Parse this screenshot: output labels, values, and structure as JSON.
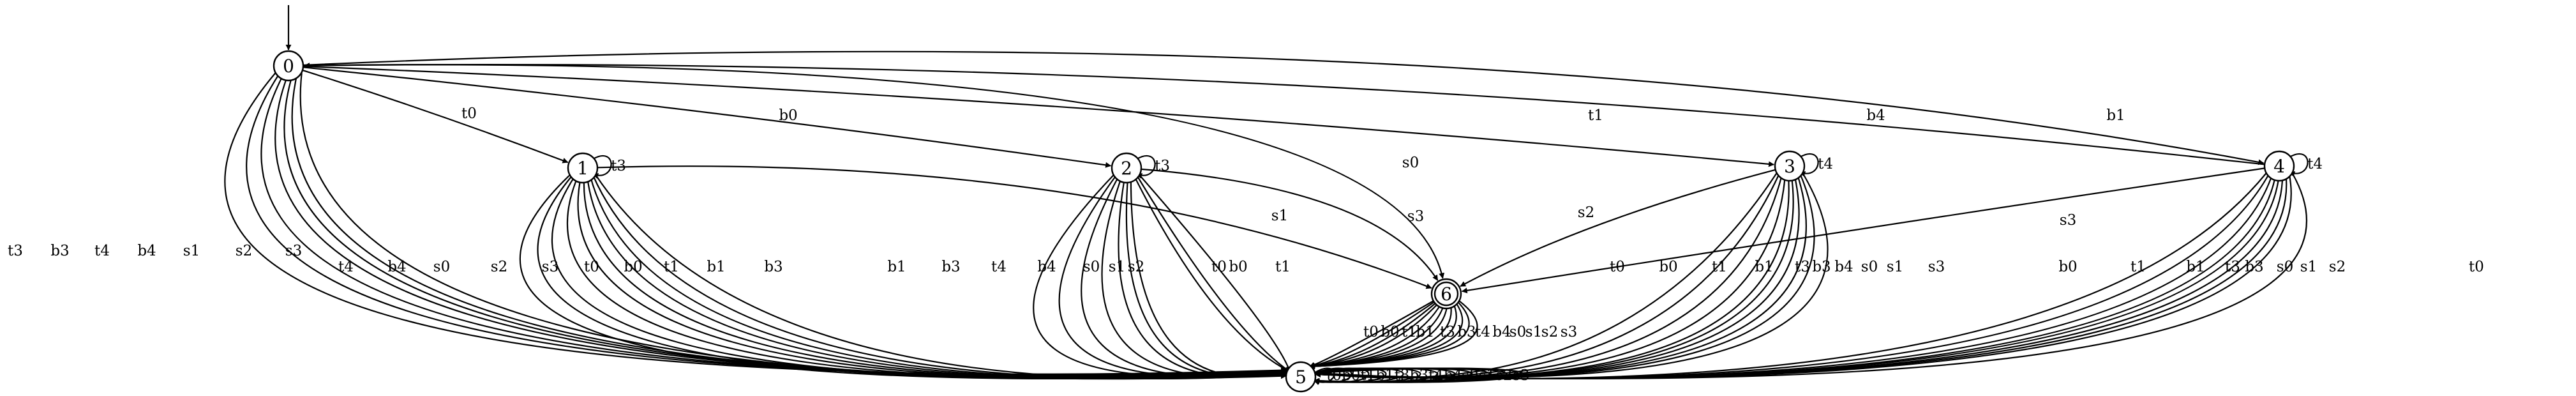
{
  "graph": {
    "initial_state": "0",
    "nodes": [
      {
        "id": "0",
        "label": "0",
        "accepting": false
      },
      {
        "id": "1",
        "label": "1",
        "accepting": false
      },
      {
        "id": "2",
        "label": "2",
        "accepting": false
      },
      {
        "id": "3",
        "label": "3",
        "accepting": false
      },
      {
        "id": "4",
        "label": "4",
        "accepting": false
      },
      {
        "id": "5",
        "label": "5",
        "accepting": false
      },
      {
        "id": "6",
        "label": "6",
        "accepting": true
      }
    ],
    "edges": [
      {
        "from": "0",
        "to": "1",
        "label": "t0"
      },
      {
        "from": "0",
        "to": "2",
        "label": "b0"
      },
      {
        "from": "0",
        "to": "3",
        "label": "t1"
      },
      {
        "from": "0",
        "to": "4",
        "label": "b1"
      },
      {
        "from": "0",
        "to": "6",
        "label": "s0"
      },
      {
        "from": "4",
        "to": "0",
        "label": "b4"
      },
      {
        "from": "0",
        "to": "5",
        "label": "t3"
      },
      {
        "from": "0",
        "to": "5",
        "label": "b3"
      },
      {
        "from": "0",
        "to": "5",
        "label": "t4"
      },
      {
        "from": "0",
        "to": "5",
        "label": "b4"
      },
      {
        "from": "0",
        "to": "5",
        "label": "s1"
      },
      {
        "from": "0",
        "to": "5",
        "label": "s2"
      },
      {
        "from": "0",
        "to": "5",
        "label": "s3"
      },
      {
        "from": "1",
        "to": "1",
        "label": "t3"
      },
      {
        "from": "1",
        "to": "6",
        "label": "s1"
      },
      {
        "from": "1",
        "to": "5",
        "label": "t4"
      },
      {
        "from": "1",
        "to": "5",
        "label": "b4"
      },
      {
        "from": "1",
        "to": "5",
        "label": "s0"
      },
      {
        "from": "1",
        "to": "5",
        "label": "s2"
      },
      {
        "from": "1",
        "to": "5",
        "label": "s3"
      },
      {
        "from": "1",
        "to": "5",
        "label": "t0"
      },
      {
        "from": "1",
        "to": "5",
        "label": "b0"
      },
      {
        "from": "1",
        "to": "5",
        "label": "t1"
      },
      {
        "from": "1",
        "to": "5",
        "label": "b1"
      },
      {
        "from": "1",
        "to": "5",
        "label": "b3"
      },
      {
        "from": "2",
        "to": "2",
        "label": "t3"
      },
      {
        "from": "2",
        "to": "6",
        "label": "s3"
      },
      {
        "from": "2",
        "to": "5",
        "label": "b1"
      },
      {
        "from": "2",
        "to": "5",
        "label": "b3"
      },
      {
        "from": "2",
        "to": "5",
        "label": "t4"
      },
      {
        "from": "2",
        "to": "5",
        "label": "b4"
      },
      {
        "from": "2",
        "to": "5",
        "label": "s0"
      },
      {
        "from": "2",
        "to": "5",
        "label": "s1"
      },
      {
        "from": "2",
        "to": "5",
        "label": "s2"
      },
      {
        "from": "2",
        "to": "5",
        "label": "t0"
      },
      {
        "from": "2",
        "to": "5",
        "label": "b0"
      },
      {
        "from": "2",
        "to": "5",
        "label": "t1"
      },
      {
        "from": "3",
        "to": "3",
        "label": "t4"
      },
      {
        "from": "3",
        "to": "6",
        "label": "s2"
      },
      {
        "from": "3",
        "to": "5",
        "label": "t0"
      },
      {
        "from": "3",
        "to": "5",
        "label": "b0"
      },
      {
        "from": "3",
        "to": "5",
        "label": "t1"
      },
      {
        "from": "3",
        "to": "5",
        "label": "b1"
      },
      {
        "from": "3",
        "to": "5",
        "label": "t3"
      },
      {
        "from": "3",
        "to": "5",
        "label": "b3"
      },
      {
        "from": "3",
        "to": "5",
        "label": "b4"
      },
      {
        "from": "3",
        "to": "5",
        "label": "s0"
      },
      {
        "from": "3",
        "to": "5",
        "label": "s1"
      },
      {
        "from": "3",
        "to": "5",
        "label": "s3"
      },
      {
        "from": "4",
        "to": "4",
        "label": "t4"
      },
      {
        "from": "4",
        "to": "6",
        "label": "s3"
      },
      {
        "from": "4",
        "to": "5",
        "label": "b0"
      },
      {
        "from": "4",
        "to": "5",
        "label": "t1"
      },
      {
        "from": "4",
        "to": "5",
        "label": "b1"
      },
      {
        "from": "4",
        "to": "5",
        "label": "t3"
      },
      {
        "from": "4",
        "to": "5",
        "label": "b3"
      },
      {
        "from": "4",
        "to": "5",
        "label": "s0"
      },
      {
        "from": "4",
        "to": "5",
        "label": "s1"
      },
      {
        "from": "4",
        "to": "5",
        "label": "s2"
      },
      {
        "from": "4",
        "to": "5",
        "label": "t0"
      },
      {
        "from": "6",
        "to": "5",
        "label": "t0"
      },
      {
        "from": "6",
        "to": "5",
        "label": "b0"
      },
      {
        "from": "6",
        "to": "5",
        "label": "t1"
      },
      {
        "from": "6",
        "to": "5",
        "label": "b1"
      },
      {
        "from": "6",
        "to": "5",
        "label": "t3"
      },
      {
        "from": "6",
        "to": "5",
        "label": "b3"
      },
      {
        "from": "6",
        "to": "5",
        "label": "t4"
      },
      {
        "from": "6",
        "to": "5",
        "label": "b4"
      },
      {
        "from": "6",
        "to": "5",
        "label": "s0"
      },
      {
        "from": "6",
        "to": "5",
        "label": "s1"
      },
      {
        "from": "6",
        "to": "5",
        "label": "s2"
      },
      {
        "from": "6",
        "to": "5",
        "label": "s3"
      },
      {
        "from": "5",
        "to": "5",
        "label": "t0"
      },
      {
        "from": "5",
        "to": "5",
        "label": "b0"
      },
      {
        "from": "5",
        "to": "5",
        "label": "t1"
      },
      {
        "from": "5",
        "to": "5",
        "label": "b1"
      },
      {
        "from": "5",
        "to": "5",
        "label": "t3"
      },
      {
        "from": "5",
        "to": "5",
        "label": "b3"
      },
      {
        "from": "5",
        "to": "5",
        "label": "t4"
      },
      {
        "from": "5",
        "to": "5",
        "label": "b4"
      },
      {
        "from": "5",
        "to": "5",
        "label": "s0"
      },
      {
        "from": "5",
        "to": "5",
        "label": "s1"
      },
      {
        "from": "5",
        "to": "5",
        "label": "s2"
      },
      {
        "from": "5",
        "to": "5",
        "label": "s3"
      }
    ]
  }
}
